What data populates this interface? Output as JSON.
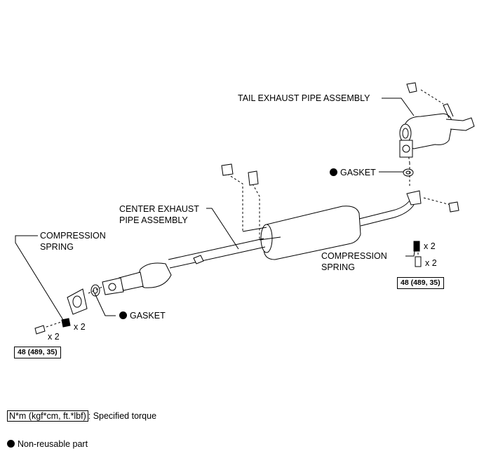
{
  "labels": {
    "tail_pipe": "TAIL EXHAUST PIPE ASSEMBLY",
    "gasket_rear": "GASKET",
    "center_pipe_l1": "CENTER EXHAUST",
    "center_pipe_l2": "PIPE ASSEMBLY",
    "spring_left_l1": "COMPRESSION",
    "spring_left_l2": "SPRING",
    "spring_right_l1": "COMPRESSION",
    "spring_right_l2": "SPRING",
    "gasket_front": "GASKET",
    "qty_spring_left": "x 2",
    "qty_bolt_left": "x 2",
    "qty_spring_right": "x 2",
    "qty_bolt_right": "x 2"
  },
  "torque": {
    "left": "48 (489, 35)",
    "right": "48 (489, 35)"
  },
  "legend": {
    "torque_unit": "N*m (kgf*cm, ft.*lbf)",
    "torque_desc": ": Specified torque",
    "nonreusable": "Non-reusable part"
  }
}
